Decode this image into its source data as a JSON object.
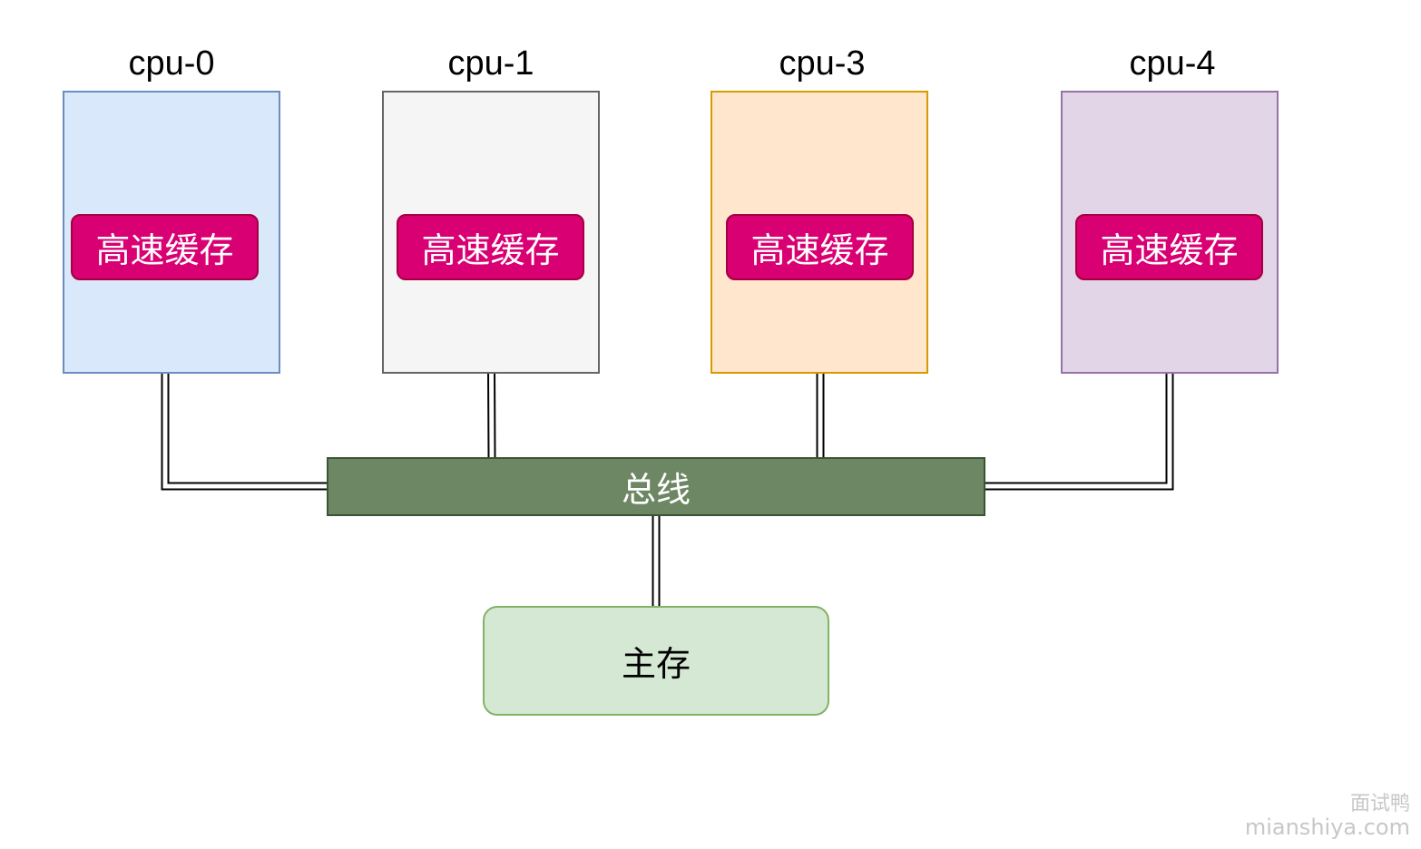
{
  "cpus": [
    {
      "label": "cpu-0",
      "cache": "高速缓存",
      "fill": "#dae8fc",
      "stroke": "#6c8ebf"
    },
    {
      "label": "cpu-1",
      "cache": "高速缓存",
      "fill": "#f5f5f5",
      "stroke": "#666666"
    },
    {
      "label": "cpu-3",
      "cache": "高速缓存",
      "fill": "#ffe6cc",
      "stroke": "#d79b00"
    },
    {
      "label": "cpu-4",
      "cache": "高速缓存",
      "fill": "#e1d5e7",
      "stroke": "#9673a6"
    }
  ],
  "bus": {
    "label": "总线",
    "fill": "#6d8764"
  },
  "memory": {
    "label": "主存",
    "fill": "#d5e8d4"
  },
  "cache_color": "#d80073",
  "watermark": {
    "cn": "面试鸭",
    "en": "mianshiya.com"
  }
}
